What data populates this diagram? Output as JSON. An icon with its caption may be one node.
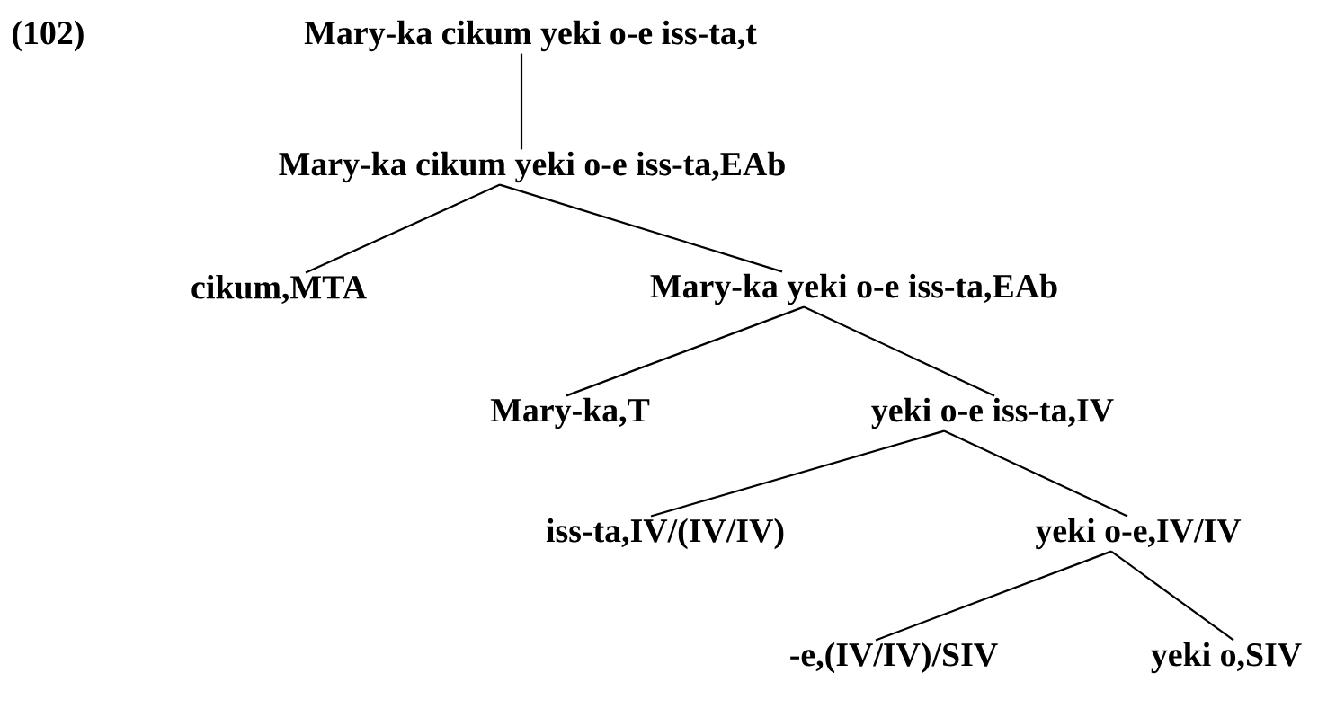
{
  "diagram": {
    "nodes": [
      {
        "text": [
          "Mary-ka cikum yeki o-e iss-ta,t"
        ]
      },
      {
        "text": [
          "Mary-ka cikum yeki o-e iss-ta,EAb"
        ]
      },
      {
        "text": [
          "cikum,MTA"
        ]
      },
      {
        "text": [
          "Mary-ka yeki o-e iss-ta,EAb"
        ]
      },
      {
        "text": [
          "Mary-ka,T"
        ]
      },
      {
        "text": [
          "yeki o-e iss-ta,IV"
        ]
      },
      {
        "text": [
          "iss-ta,IV/(IV/IV)"
        ]
      },
      {
        "text": [
          "yeki o-e,IV/IV"
        ]
      },
      {
        "text": [
          "-e,(IV/IV)/SIV"
        ]
      },
      {
        "text": [
          "yeki o,SIV"
        ]
      }
    ],
    "edges": [
      {
        "from": 0,
        "to": 1,
        "arrow": "none"
      },
      {
        "from": 1,
        "to": 2,
        "arrow": "none"
      },
      {
        "from": 1,
        "to": 3,
        "arrow": "none"
      },
      {
        "from": 3,
        "to": 4,
        "arrow": "none"
      },
      {
        "from": 3,
        "to": 5,
        "arrow": "none"
      },
      {
        "from": 5,
        "to": 6,
        "arrow": "none"
      },
      {
        "from": 5,
        "to": 7,
        "arrow": "none"
      },
      {
        "from": 7,
        "to": 8,
        "arrow": "none"
      },
      {
        "from": 7,
        "to": 9,
        "arrow": "none"
      }
    ],
    "labels": [
      "(102)"
    ]
  }
}
